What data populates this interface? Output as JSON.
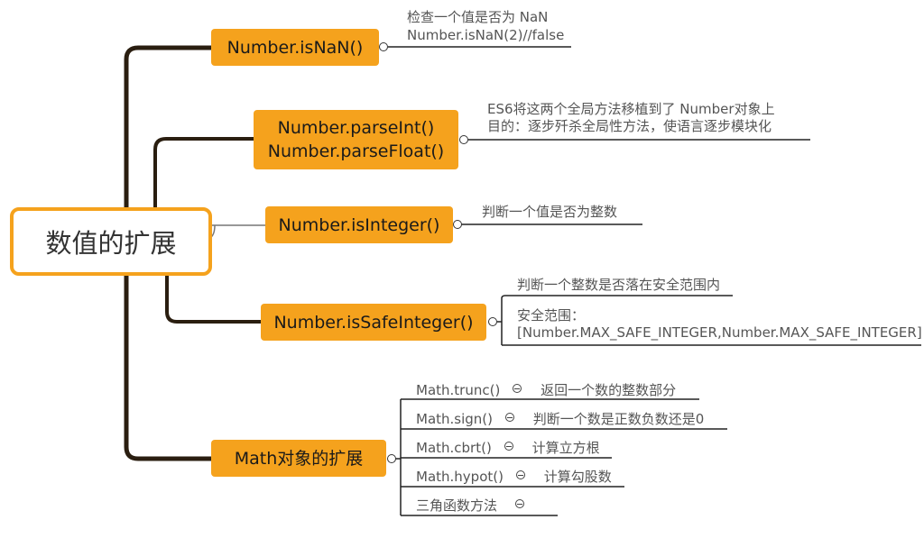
{
  "root": {
    "label": "数值的扩展"
  },
  "branches": [
    {
      "label": "Number.isNaN()",
      "notes": [
        "检查一个值是否为 NaN",
        "Number.isNaN(2)//false"
      ]
    },
    {
      "label_lines": [
        "Number.parseInt()",
        "Number.parseFloat()"
      ],
      "notes": [
        "ES6将这两个全局方法移植到了 Number对象上",
        "目的：逐步歼杀全局性方法，使语言逐步模块化"
      ]
    },
    {
      "label": "Number.isInteger()",
      "notes": [
        "判断一个值是否为整数"
      ]
    },
    {
      "label": "Number.isSafeInteger()",
      "notes": [
        "判断一个整数是否落在安全范围内",
        "安全范围：",
        "[Number.MAX_SAFE_INTEGER,Number.MAX_SAFE_INTEGER]"
      ]
    },
    {
      "label": "Math对象的扩展",
      "items": [
        {
          "name": "Math.trunc()",
          "desc": "返回一个数的整数部分"
        },
        {
          "name": "Math.sign()",
          "desc": "判断一个数是正数负数还是0"
        },
        {
          "name": "Math.cbrt()",
          "desc": "计算立方根"
        },
        {
          "name": "Math.hypot()",
          "desc": "计算勾股数"
        },
        {
          "name": "三角函数方法",
          "desc": ""
        }
      ]
    }
  ],
  "colors": {
    "node_fill": "#f5a21d",
    "root_border": "#f5a21d",
    "connector": "#222222"
  }
}
